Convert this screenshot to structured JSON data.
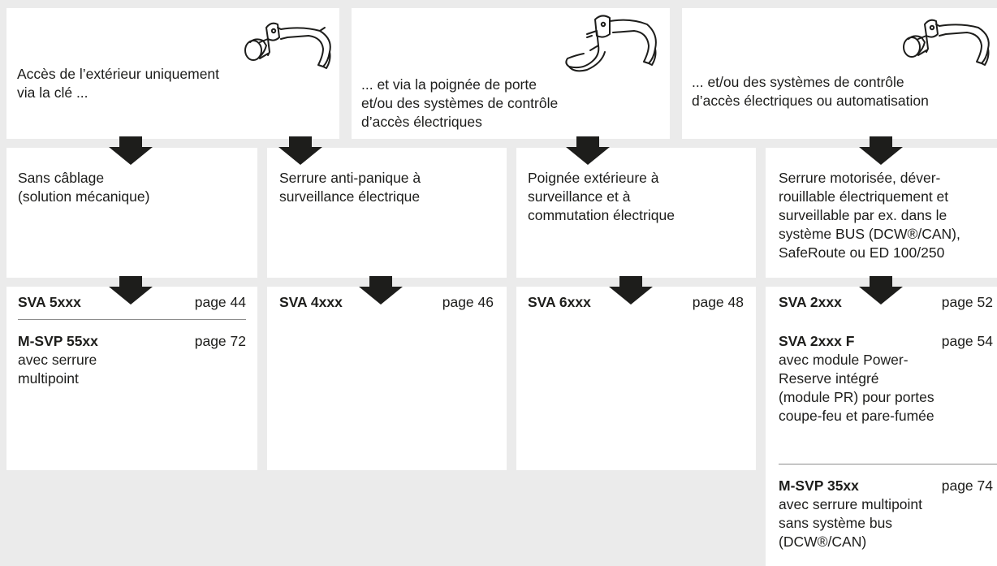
{
  "top_boxes": [
    {
      "lines": [
        "Accès de l’extérieur uniquement",
        "via la clé ..."
      ]
    },
    {
      "lines": [
        "... et via la poignée de porte",
        "et/ou des systèmes de contrôle",
        "d’accès électriques"
      ]
    },
    {
      "lines": [
        "... et/ou des systèmes de contrôle",
        "d’accès électriques ou automatisation"
      ]
    }
  ],
  "mid_boxes": [
    {
      "lines": [
        "Sans câblage",
        "(solution mécanique)"
      ]
    },
    {
      "lines": [
        "Serrure anti-panique à",
        "surveillance électrique"
      ]
    },
    {
      "lines": [
        "Poignée extérieure à",
        "surveillance et à",
        "commutation électrique"
      ]
    },
    {
      "lines": [
        "Serrure motorisée, déver-",
        "rouillable électriquement et",
        "surveillable par ex. dans le",
        "système BUS (DCW®/CAN),",
        "SafeRoute ou ED 100/250"
      ]
    }
  ],
  "products": [
    {
      "items": [
        {
          "name": "SVA 5xxx",
          "page": "page 44",
          "desc": []
        },
        {
          "name": "M-SVP 55xx",
          "page": "page 72",
          "desc": [
            "avec serrure",
            "multipoint"
          ]
        }
      ]
    },
    {
      "items": [
        {
          "name": "SVA 4xxx",
          "page": "page 46",
          "desc": []
        }
      ]
    },
    {
      "items": [
        {
          "name": "SVA 6xxx",
          "page": "page 48",
          "desc": []
        }
      ]
    },
    {
      "items": [
        {
          "name": "SVA 2xxx",
          "page": "page 52",
          "desc": []
        },
        {
          "name": "SVA 2xxx F",
          "page": "page 54",
          "desc": [
            "avec module Power-",
            "Reserve intégré",
            "(module PR) pour portes",
            "coupe-feu et pare-fumée"
          ]
        },
        {
          "name": "M-SVP 35xx",
          "page": "page 74",
          "desc": [
            "avec serrure multipoint",
            "sans système bus",
            "(DCW®/CAN)"
          ]
        }
      ]
    }
  ],
  "icons": [
    "door-handle-icon",
    "door-handle-icon",
    "door-handle-icon"
  ],
  "colors": {
    "background": "#ebebeb",
    "box": "#ffffff",
    "text": "#1d1d1b",
    "separator": "#8c8c8c"
  }
}
